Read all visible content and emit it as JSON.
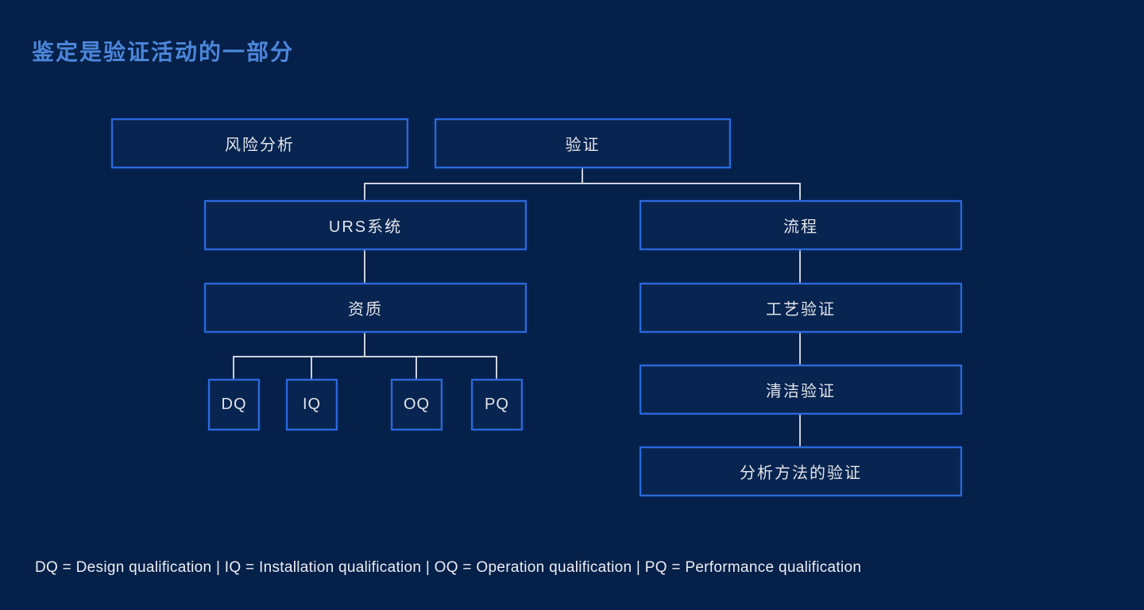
{
  "title": "鉴定是验证活动的一部分",
  "diagram": {
    "nodes": {
      "risk": {
        "label": "风险分析"
      },
      "validation": {
        "label": "验证"
      },
      "urs": {
        "label": "URS系统"
      },
      "process": {
        "label": "流程"
      },
      "qualification": {
        "label": "资质"
      },
      "dq": {
        "label": "DQ"
      },
      "iq": {
        "label": "IQ"
      },
      "oq": {
        "label": "OQ"
      },
      "pq": {
        "label": "PQ"
      },
      "process_validation": {
        "label": "工艺验证"
      },
      "cleaning_validation": {
        "label": "清洁验证"
      },
      "analytical_validation": {
        "label": "分析方法的验证"
      }
    },
    "edges": [
      {
        "from": "validation",
        "to": "urs"
      },
      {
        "from": "validation",
        "to": "process"
      },
      {
        "from": "urs",
        "to": "qualification"
      },
      {
        "from": "qualification",
        "to": "dq"
      },
      {
        "from": "qualification",
        "to": "iq"
      },
      {
        "from": "qualification",
        "to": "oq"
      },
      {
        "from": "qualification",
        "to": "pq"
      },
      {
        "from": "process",
        "to": "process_validation"
      },
      {
        "from": "process_validation",
        "to": "cleaning_validation"
      },
      {
        "from": "cleaning_validation",
        "to": "analytical_validation"
      }
    ]
  },
  "footer": {
    "legend": "DQ = Design qualification | IQ = Installation qualification | OQ = Operation qualification | PQ = Performance qualification"
  },
  "colors": {
    "background": "#052049",
    "box_border": "#2a69de",
    "box_fill": "#082450",
    "connector": "#ccd3dd",
    "title": "#4c86da",
    "box_text": "#e2e5ea",
    "legend_text": "#eceef2"
  }
}
